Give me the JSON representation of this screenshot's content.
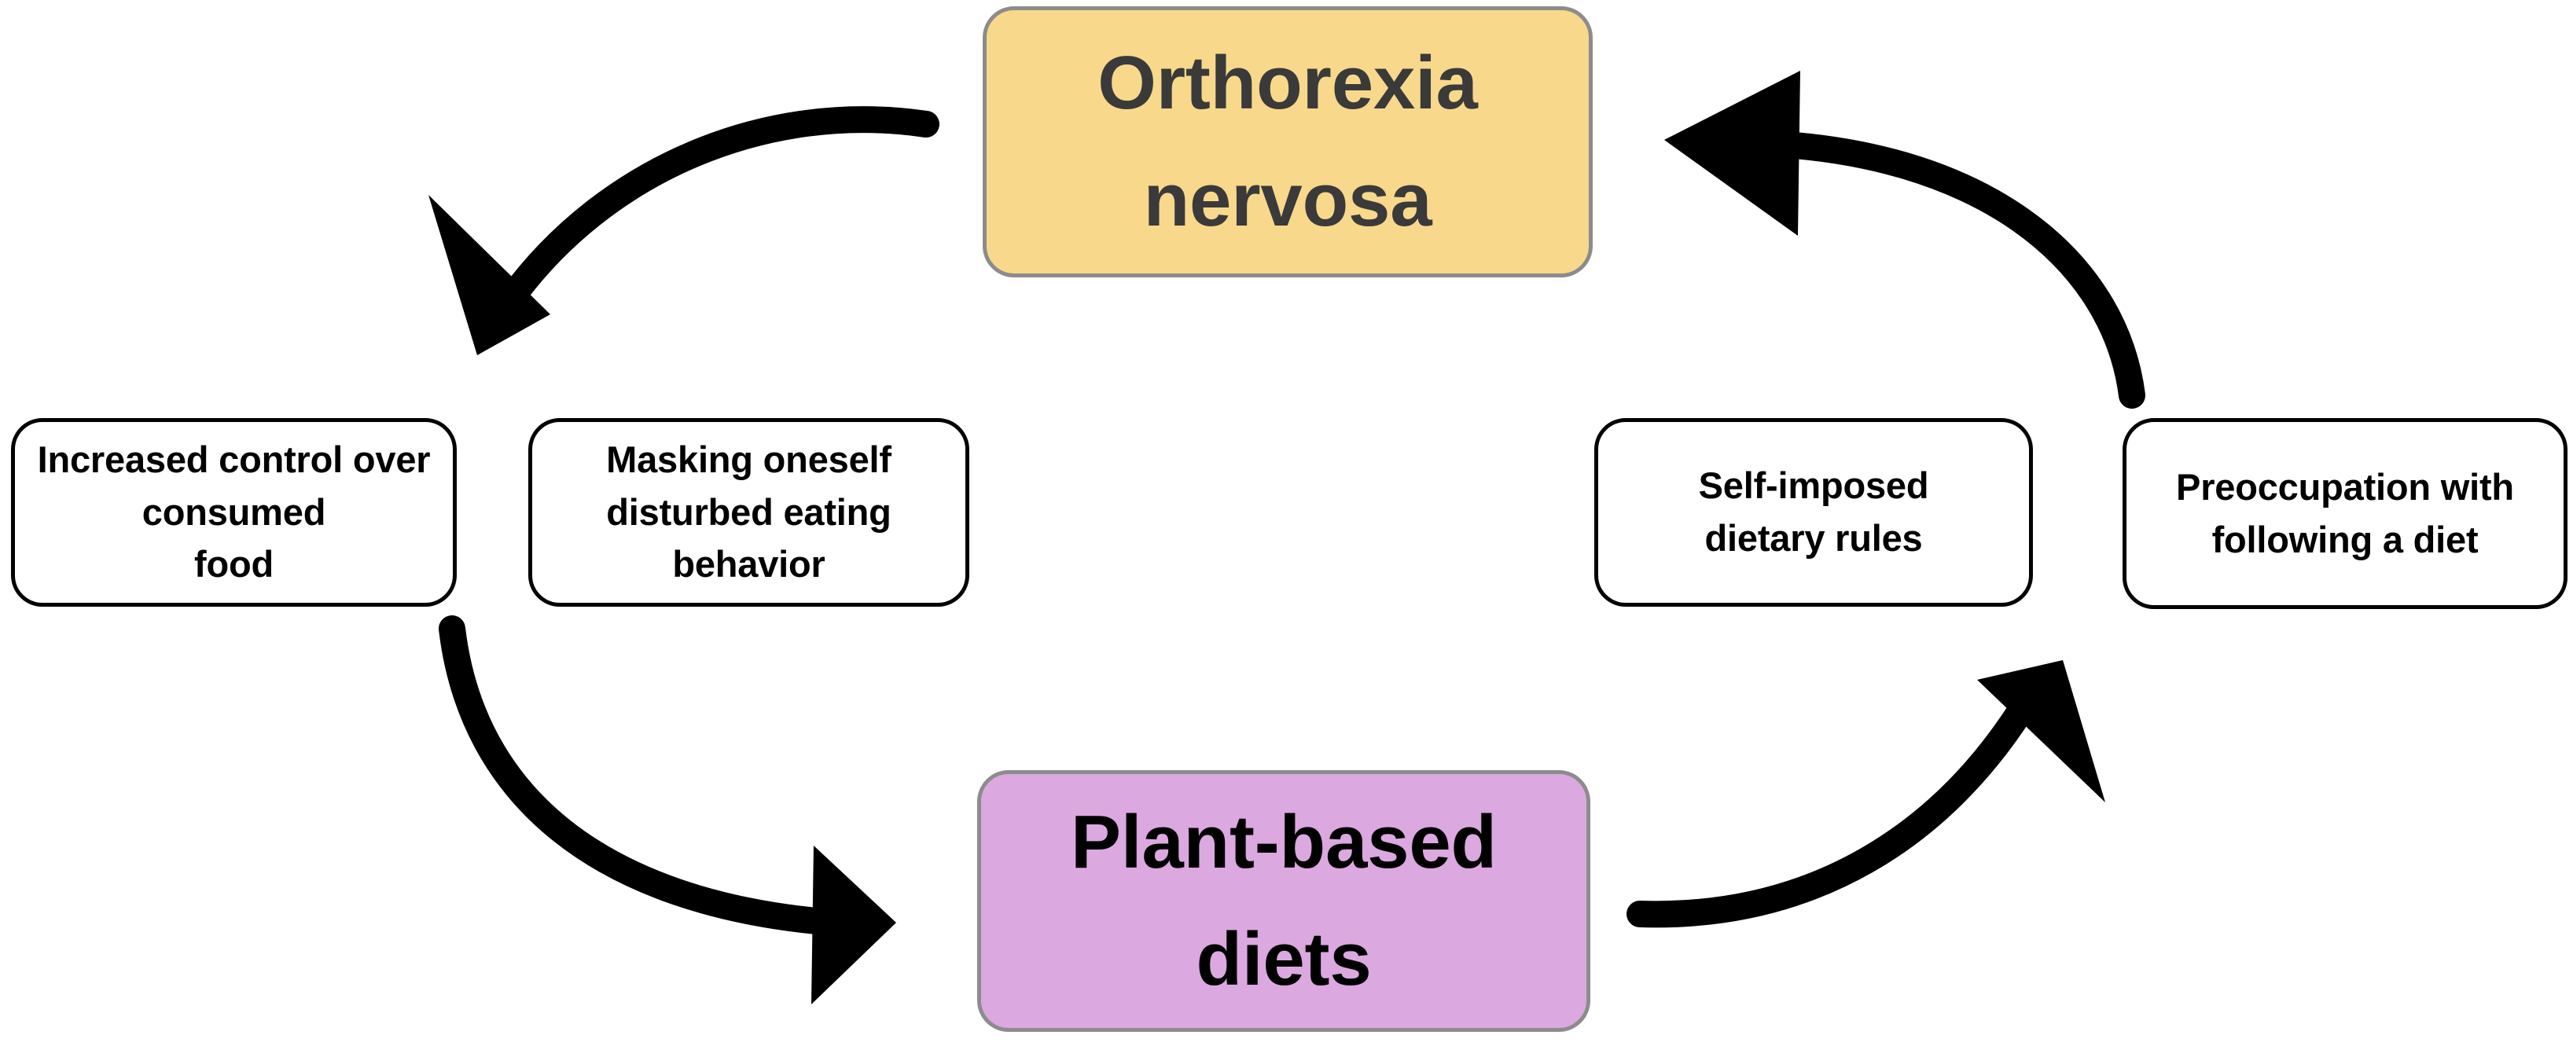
{
  "diagram": {
    "title": "Orthorexia nervosa and plant-based diets cycle",
    "type": "cycle-diagram",
    "background_color": "#ffffff",
    "arrow_color": "#000000",
    "nodes": [
      {
        "id": "orthorexia",
        "label": "Orthorexia\nnervosa",
        "line1": "Orthorexia",
        "line2": "nervosa",
        "fill_color": "#f8d88a",
        "border_color": "#8c8c8c",
        "text_color": "#3a3a3a",
        "emphasis": "primary"
      },
      {
        "id": "plant-based",
        "label": "Plant-based\ndiets",
        "line1": "Plant-based",
        "line2": "diets",
        "fill_color": "#dba8e0",
        "border_color": "#8c8c8c",
        "text_color": "#000000",
        "emphasis": "primary"
      },
      {
        "id": "increased-control",
        "label": "Increased control over consumed food",
        "line1": "Increased control over",
        "line2": "consumed",
        "line3": "food",
        "fill_color": "#ffffff",
        "border_color": "#000000",
        "text_color": "#000000",
        "emphasis": "secondary"
      },
      {
        "id": "masking",
        "label": "Masking oneself disturbed eating behavior",
        "line1": "Masking oneself",
        "line2": "disturbed eating",
        "line3": "behavior",
        "fill_color": "#ffffff",
        "border_color": "#000000",
        "text_color": "#000000",
        "emphasis": "secondary"
      },
      {
        "id": "self-imposed",
        "label": "Self-imposed dietary rules",
        "line1": "Self-imposed",
        "line2": "dietary rules",
        "fill_color": "#ffffff",
        "border_color": "#000000",
        "text_color": "#000000",
        "emphasis": "secondary"
      },
      {
        "id": "preoccupation",
        "label": "Preoccupation with following a diet",
        "line1": "Preoccupation with",
        "line2": "following a diet",
        "fill_color": "#ffffff",
        "border_color": "#000000",
        "text_color": "#000000",
        "emphasis": "secondary"
      }
    ],
    "arrows": [
      {
        "id": "orthorexia-to-increased-control",
        "from": "orthorexia",
        "to": "increased-control",
        "direction": "down-left",
        "position": "top-left"
      },
      {
        "id": "increased-control-to-plant-based",
        "from": "increased-control",
        "to": "plant-based",
        "direction": "down-right",
        "position": "bottom-left"
      },
      {
        "id": "plant-based-to-preoccupation",
        "from": "plant-based",
        "to": "preoccupation",
        "direction": "up-right",
        "position": "bottom-right"
      },
      {
        "id": "preoccupation-to-orthorexia",
        "from": "preoccupation",
        "to": "orthorexia",
        "direction": "up-left",
        "position": "top-right"
      }
    ]
  }
}
